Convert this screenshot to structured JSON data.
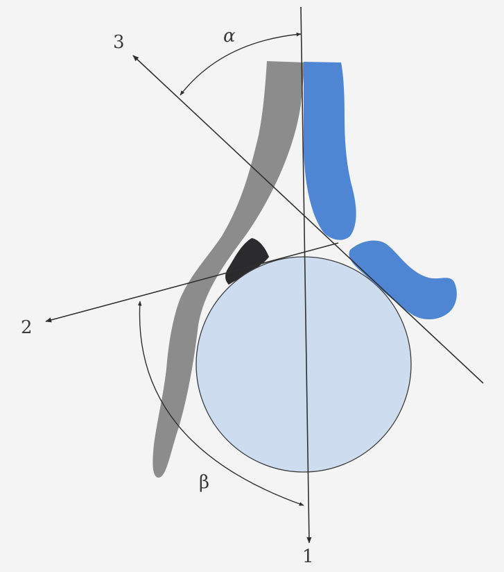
{
  "labels": {
    "line_1": "1",
    "line_2": "2",
    "line_3": "3",
    "alpha": "α",
    "beta": "β"
  },
  "colors": {
    "background": "#f4f4f5",
    "gray_shape": "#8c8c8c",
    "blue_shape": "#4f86d4",
    "dark_shape": "#2b2a2c",
    "circle_fill": "#cddcef",
    "line": "#2f2f2f"
  }
}
